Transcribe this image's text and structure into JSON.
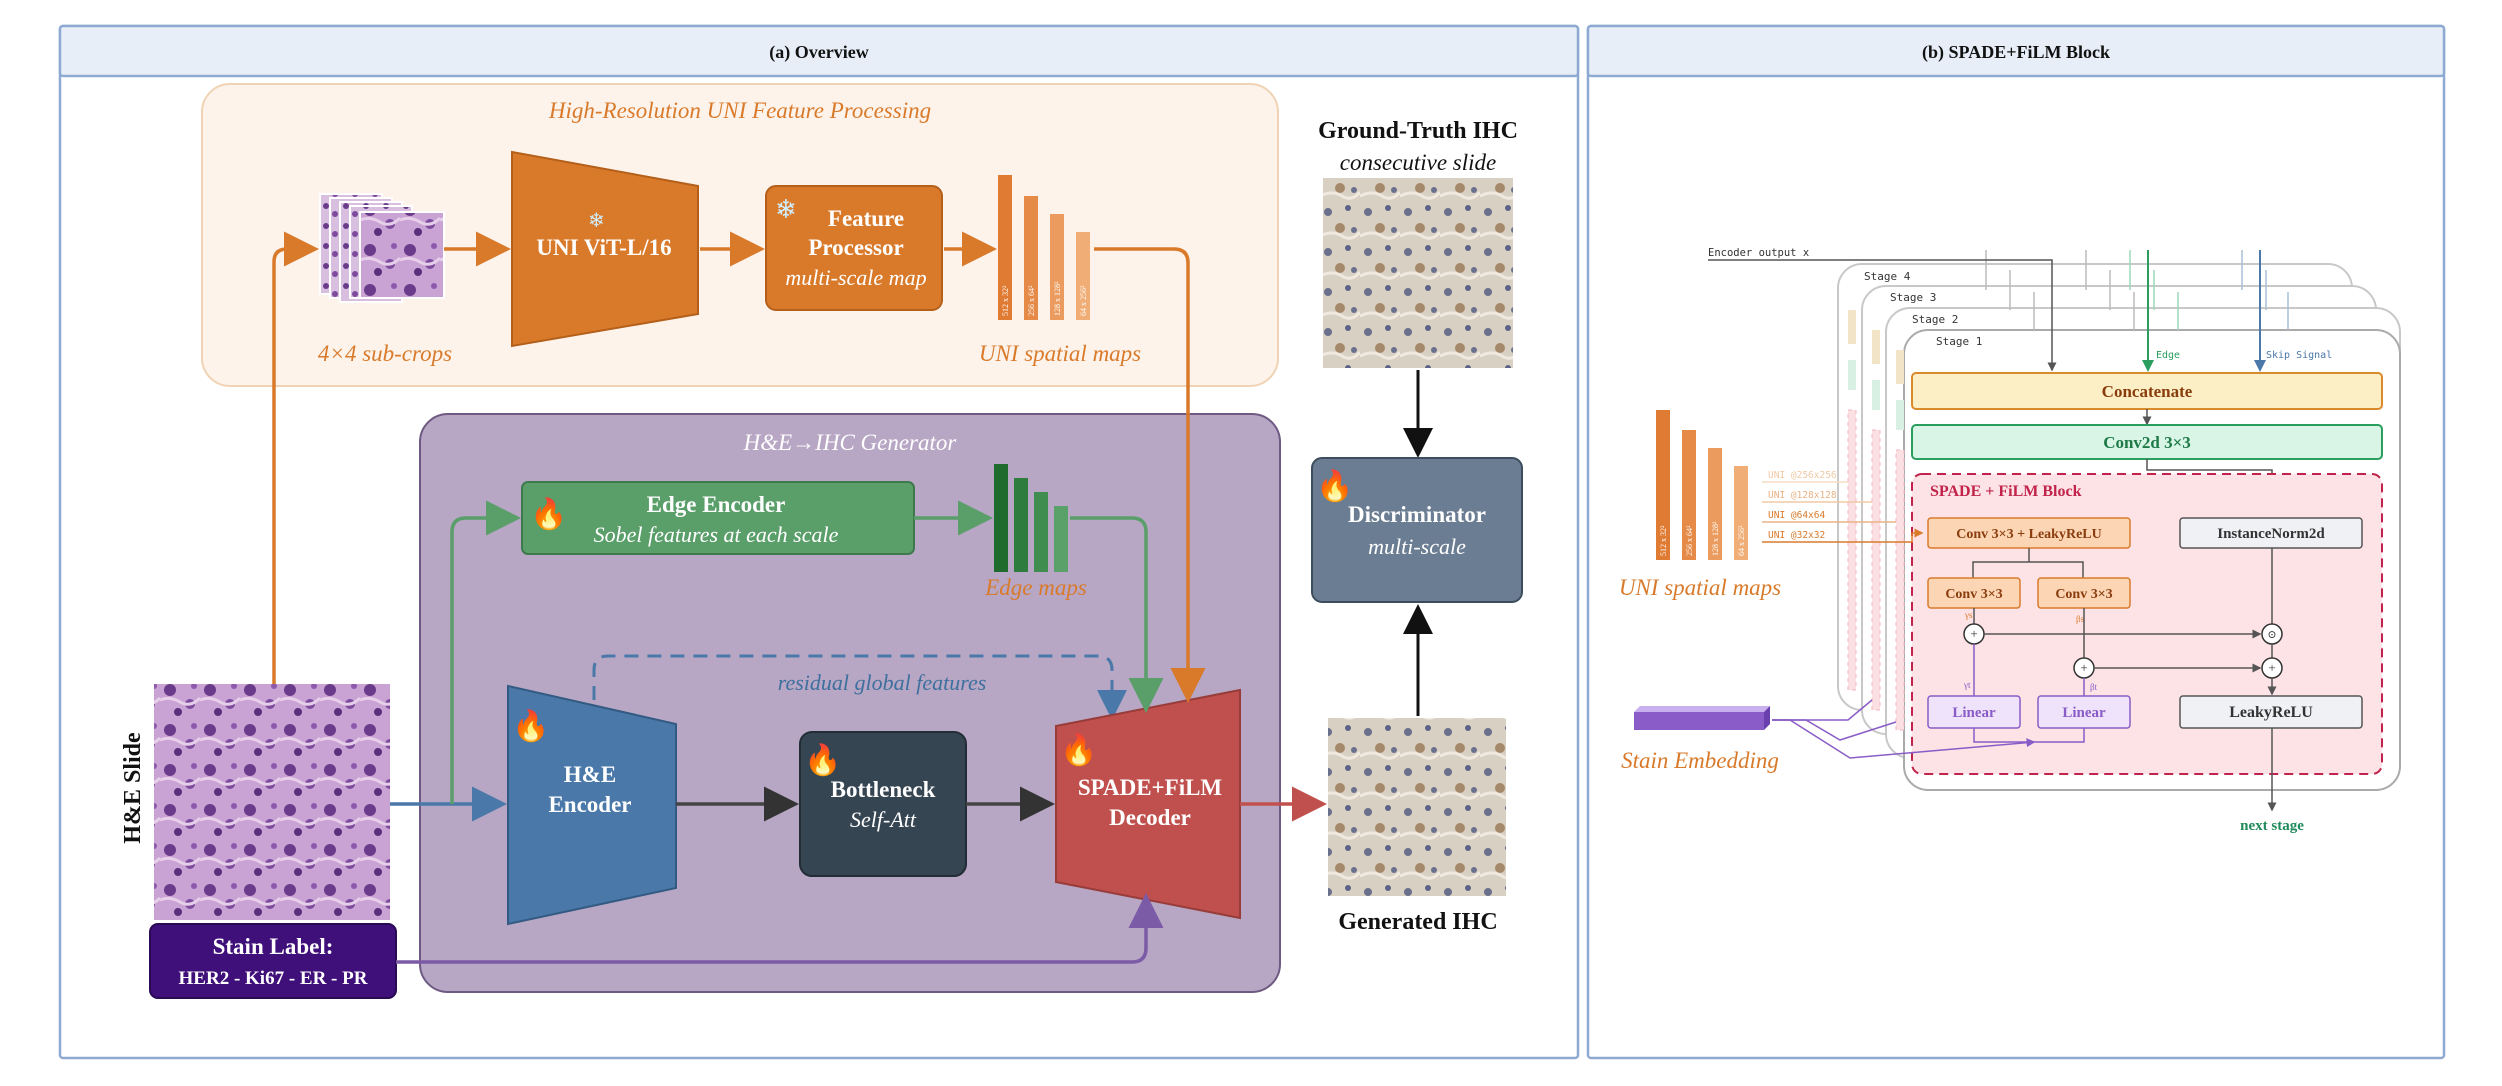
{
  "overview": {
    "title": "(a) Overview",
    "uni": {
      "title": "High-Resolution UNI Feature Processing",
      "subcrops_label": "4×4 sub-crops",
      "vit_label": "UNI ViT-L/16",
      "processor_line1": "Feature",
      "processor_line2": "Processor",
      "processor_line3": "multi-scale map",
      "maps_label": "UNI spatial maps",
      "map_bars": [
        "512 x 32²",
        "256 x 64²",
        "128 x 128²",
        "64 x 256²"
      ]
    },
    "generator": {
      "title": "H&E→IHC Generator",
      "edge_encoder_title": "Edge Encoder",
      "edge_encoder_sub": "Sobel features at each scale",
      "edge_maps_label": "Edge maps",
      "residual_label": "residual global features",
      "he_encoder_line1": "H&E",
      "he_encoder_line2": "Encoder",
      "bottleneck_title": "Bottleneck",
      "bottleneck_sub": "Self-Att",
      "decoder_line1": "SPADE+FiLM",
      "decoder_line2": "Decoder"
    },
    "he_slide_label": "H&E  Slide",
    "stain_label_title": "Stain Label:",
    "stain_label_values": "HER2 - Ki67 - ER - PR",
    "gt_title": "Ground-Truth IHC",
    "gt_sub": "consecutive slide",
    "discriminator_title": "Discriminator",
    "discriminator_sub": "multi-scale",
    "generated_label": "Generated IHC"
  },
  "spade": {
    "title": "(b) SPADE+FiLM Block",
    "encoder_output": "Encoder output x",
    "stages": [
      "Stage 4",
      "Stage 3",
      "Stage 2",
      "Stage 1"
    ],
    "edge_label": "Edge",
    "skip_label": "Skip Signal",
    "concatenate": "Concatenate",
    "conv2d": "Conv2d 3×3",
    "block_title": "SPADE + FiLM Block",
    "conv_leaky": "Conv 3×3 + LeakyReLU",
    "instancenorm": "InstanceNorm2d",
    "conv_a": "Conv 3×3",
    "conv_b": "Conv 3×3",
    "gamma_s": "γs",
    "beta_s": "βs",
    "gamma_t": "γt",
    "beta_t": "βt",
    "linear_a": "Linear",
    "linear_b": "Linear",
    "leaky": "LeakyReLU",
    "next_stage": "next stage",
    "uni_inputs": [
      "UNI @256x256",
      "UNI @128x128",
      "UNI @64x64",
      "UNI @32x32"
    ],
    "map_bars": [
      "512 x 32²",
      "256 x 64²",
      "128 x 128²",
      "64 x 256²"
    ],
    "uni_maps_label": "UNI spatial maps",
    "stain_embedding_label": "Stain Embedding"
  },
  "colors": {
    "orange": "#d97a2b",
    "green": "#5a9e6a",
    "blue": "#4a78a8",
    "dark": "#364552",
    "red": "#c0504d",
    "purple": "#7b5aa6",
    "panel_header": "#e8eef8",
    "panel_border": "#8eaad3"
  }
}
